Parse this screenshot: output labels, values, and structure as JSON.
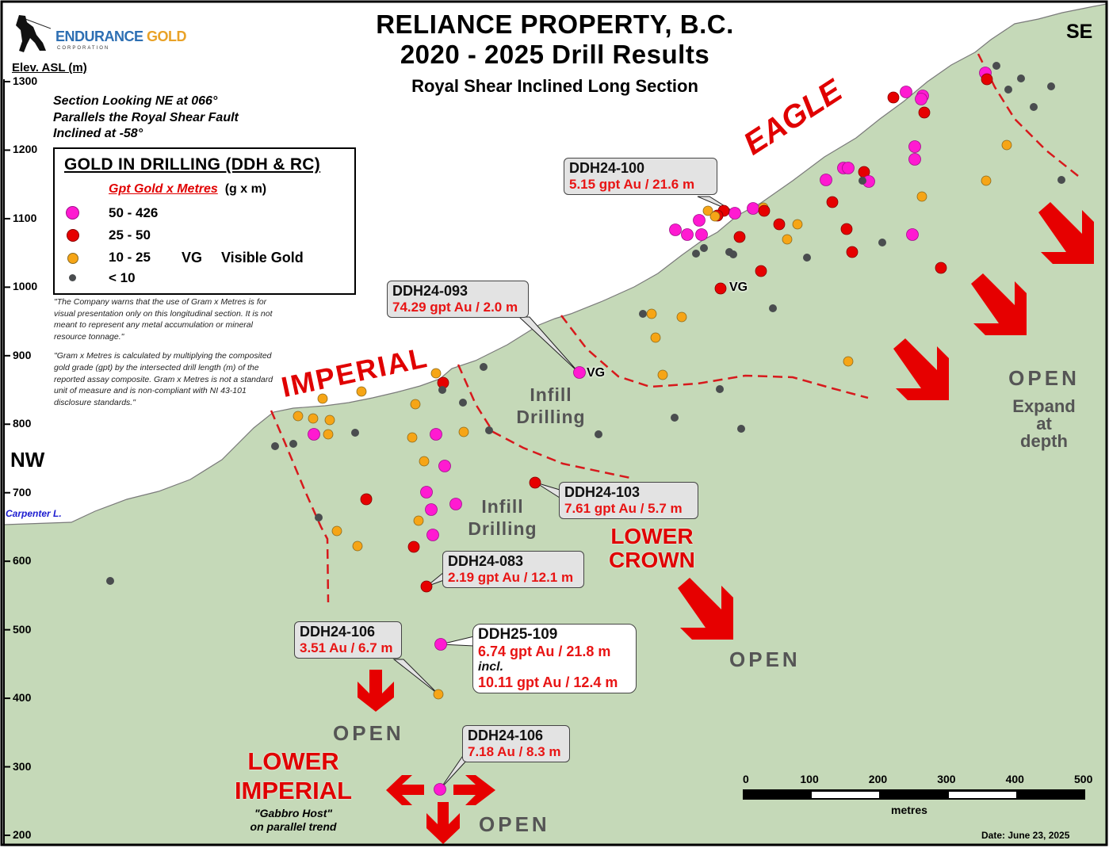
{
  "header": {
    "title_line1": "RELIANCE PROPERTY, B.C.",
    "title_line2": "2020 - 2025 Drill Results",
    "subtitle": "Royal Shear Inclined Long Section"
  },
  "logo": {
    "name_part1": "ENDURANCE",
    "name_part2": "GOLD",
    "subtitle": "CORPORATION",
    "brand_blue": "#2d6fb3",
    "brand_gold": "#e9a227"
  },
  "axis": {
    "label": "Elev. ASL (m)",
    "ticks": [
      "1300",
      "1200",
      "1100",
      "1000",
      "900",
      "800",
      "700",
      "600",
      "500",
      "400",
      "300",
      "200"
    ],
    "range_m": [
      200,
      1300
    ]
  },
  "orientation": {
    "left": "NW",
    "right": "SE"
  },
  "section_note": [
    "Section Looking NE at 066°",
    "Parallels the Royal Shear Fault",
    "Inclined at -58°"
  ],
  "legend": {
    "title": "GOLD IN DRILLING (DDH & RC)",
    "subtitle_red": "Gpt Gold x Metres",
    "subtitle_unit": "(g x m)",
    "items": [
      {
        "label": "50 - 426",
        "color": "#ff1ad1",
        "icon": "magenta-dot-icon"
      },
      {
        "label": "25 - 50",
        "color": "#e60000",
        "icon": "red-dot-icon"
      },
      {
        "label": "10 - 25",
        "color": "#f6a516",
        "icon": "orange-dot-icon"
      },
      {
        "label": "< 10",
        "color": "#4a4d4f",
        "icon": "gray-dot-icon"
      }
    ],
    "vg_abbrev": "VG",
    "vg_label": "Visible Gold"
  },
  "disclaimer": {
    "para1": "\"The Company warns that the use of Gram x Metres is for visual presentation only on this longitudinal section. It is not meant to represent any metal accumulation or mineral resource tonnage.\"",
    "para2": "\"Gram x Metres is calculated by multiplying the composited gold grade (gpt) by the intersected drill length (m) of the reported assay composite. Gram x Metres is not a standard unit of measure and is non-compliant with NI 43-101 disclosure standards.\""
  },
  "zones": {
    "eagle": "EAGLE",
    "imperial": "IMPERIAL",
    "lower_crown_1": "LOWER",
    "lower_crown_2": "CROWN",
    "lower_imperial_1": "LOWER",
    "lower_imperial_2": "IMPERIAL",
    "gabbro_1": "\"Gabbro Host\"",
    "gabbro_2": "on parallel trend",
    "infill_1a": "Infill",
    "infill_1b": "Drilling",
    "infill_2a": "Infill",
    "infill_2b": "Drilling",
    "open_se": "OPEN",
    "expand_1": "Expand",
    "expand_2": "at",
    "expand_3": "depth",
    "open_crown": "OPEN",
    "open_imperial": "OPEN",
    "open_lower": "OPEN",
    "carpenter": "Carpenter L.",
    "vg": "VG"
  },
  "callouts": [
    {
      "hole": "DDH24-100",
      "value": "5.15 gpt Au / 21.6 m"
    },
    {
      "hole": "DDH24-093",
      "value": "74.29 gpt Au / 2.0 m"
    },
    {
      "hole": "DDH24-103",
      "value": "7.61 gpt Au / 5.7 m"
    },
    {
      "hole": "DDH24-083",
      "value": "2.19 gpt Au / 12.1 m"
    },
    {
      "hole": "DDH24-106",
      "value": "3.51 Au / 6.7 m"
    },
    {
      "hole": "DDH25-109",
      "value": "6.74 gpt Au / 21.8 m",
      "incl": "incl.",
      "value2": "10.11 gpt Au / 12.4 m"
    },
    {
      "hole": "DDH24-106",
      "value": "7.18 Au / 8.3 m"
    }
  ],
  "scale_bar": {
    "ticks": [
      "0",
      "100",
      "200",
      "300",
      "400",
      "500"
    ],
    "unit": "metres"
  },
  "date": "Date:  June 23, 2025",
  "colors": {
    "ground": "#c5d9b8",
    "accent_red": "#e00000",
    "callout_value_red": "#e81414"
  }
}
